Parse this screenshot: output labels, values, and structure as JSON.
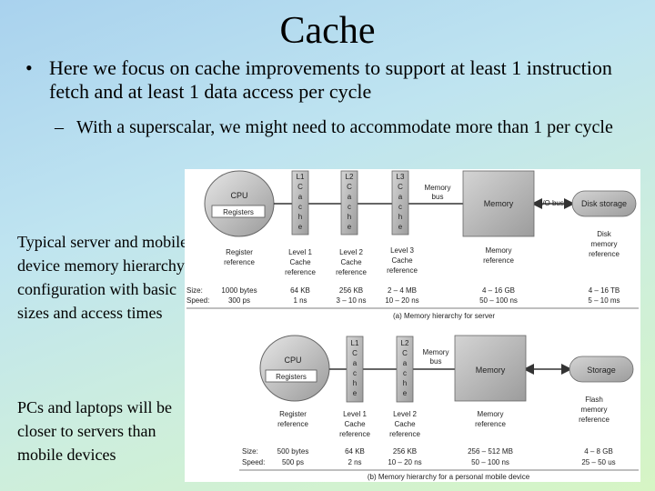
{
  "slide": {
    "title": "Cache",
    "bullet_main": "Here we focus on cache improvements to support at least 1 instruction fetch and at least 1 data access per cycle",
    "bullet_sub": "With a superscalar, we might need to accommodate more than 1 per cycle",
    "bullet_mark": "•",
    "sub_mark": "–",
    "side_note_1": "Typical server and mobile device memory hierarchy configuration with basic sizes and access times",
    "side_note_2": "PCs and laptops will be closer to servers than mobile devices"
  },
  "figure": {
    "server": {
      "cpu": "CPU",
      "registers": "Registers",
      "l1_letters": [
        "L1",
        "C",
        "a",
        "c",
        "h",
        "e"
      ],
      "l2_letters": [
        "L2",
        "C",
        "a",
        "c",
        "h",
        "e"
      ],
      "l3_letters": [
        "L3",
        "C",
        "a",
        "c",
        "h",
        "e"
      ],
      "memory_bus": [
        "Memory",
        "bus"
      ],
      "memory": "Memory",
      "io_bus": "I/O bus",
      "disk": "Disk storage",
      "labels": {
        "register": [
          "Register",
          "reference"
        ],
        "l1": [
          "Level 1",
          "Cache",
          "reference"
        ],
        "l2": [
          "Level 2",
          "Cache",
          "reference"
        ],
        "l3": [
          "Level 3",
          "Cache",
          "reference"
        ],
        "memory": [
          "Memory",
          "reference"
        ],
        "disk": [
          "Disk",
          "memory",
          "reference"
        ]
      },
      "size_label": "Size:",
      "speed_label": "Speed:",
      "sizes": [
        "1000 bytes",
        "64 KB",
        "256 KB",
        "2 – 4 MB",
        "4 – 16 GB",
        "4 – 16 TB"
      ],
      "speeds": [
        "300 ps",
        "1 ns",
        "3 – 10 ns",
        "10 – 20 ns",
        "50 – 100 ns",
        "5 – 10 ms"
      ],
      "caption": "(a) Memory hierarchy for server"
    },
    "mobile": {
      "cpu": "CPU",
      "registers": "Registers",
      "l1_letters": [
        "L1",
        "C",
        "a",
        "c",
        "h",
        "e"
      ],
      "l2_letters": [
        "L2",
        "C",
        "a",
        "c",
        "h",
        "e"
      ],
      "memory_bus": [
        "Memory",
        "bus"
      ],
      "memory": "Memory",
      "storage": "Storage",
      "labels": {
        "register": [
          "Register",
          "reference"
        ],
        "l1": [
          "Level 1",
          "Cache",
          "reference"
        ],
        "l2": [
          "Level 2",
          "Cache",
          "reference"
        ],
        "memory": [
          "Memory",
          "reference"
        ],
        "flash": [
          "Flash",
          "memory",
          "reference"
        ]
      },
      "size_label": "Size:",
      "speed_label": "Speed:",
      "sizes": [
        "500 bytes",
        "64 KB",
        "256 KB",
        "256 – 512 MB",
        "4 – 8 GB"
      ],
      "speeds": [
        "500 ps",
        "2 ns",
        "10 – 20 ns",
        "50 – 100 ns",
        "25 – 50 us"
      ],
      "caption": "(b) Memory hierarchy for a personal mobile device"
    }
  }
}
